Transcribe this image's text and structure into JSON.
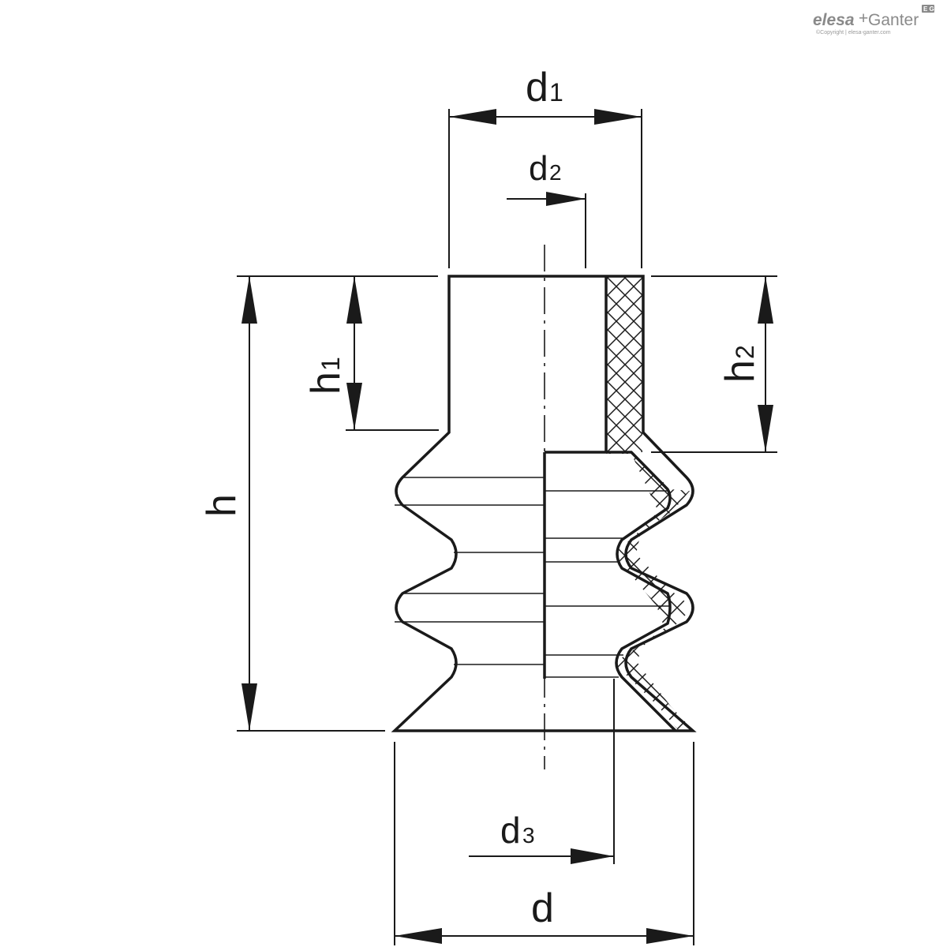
{
  "brand": {
    "name_part1": "elesa",
    "name_plus": "+",
    "name_part2": "Ganter",
    "badge": "E G",
    "copyright": "©Copyright | elesa-ganter.com"
  },
  "dimensions": {
    "d1": {
      "base": "d",
      "sub": "1"
    },
    "d2": {
      "base": "d",
      "sub": "2"
    },
    "d3": {
      "base": "d",
      "sub": "3"
    },
    "d": {
      "base": "d"
    },
    "h": {
      "base": "h"
    },
    "h1": {
      "base": "h",
      "sub": "1"
    },
    "h2": {
      "base": "h",
      "sub": "2"
    }
  },
  "colors": {
    "line": "#1a1a1a",
    "logo": "#8a8a8a",
    "background": "#ffffff"
  }
}
